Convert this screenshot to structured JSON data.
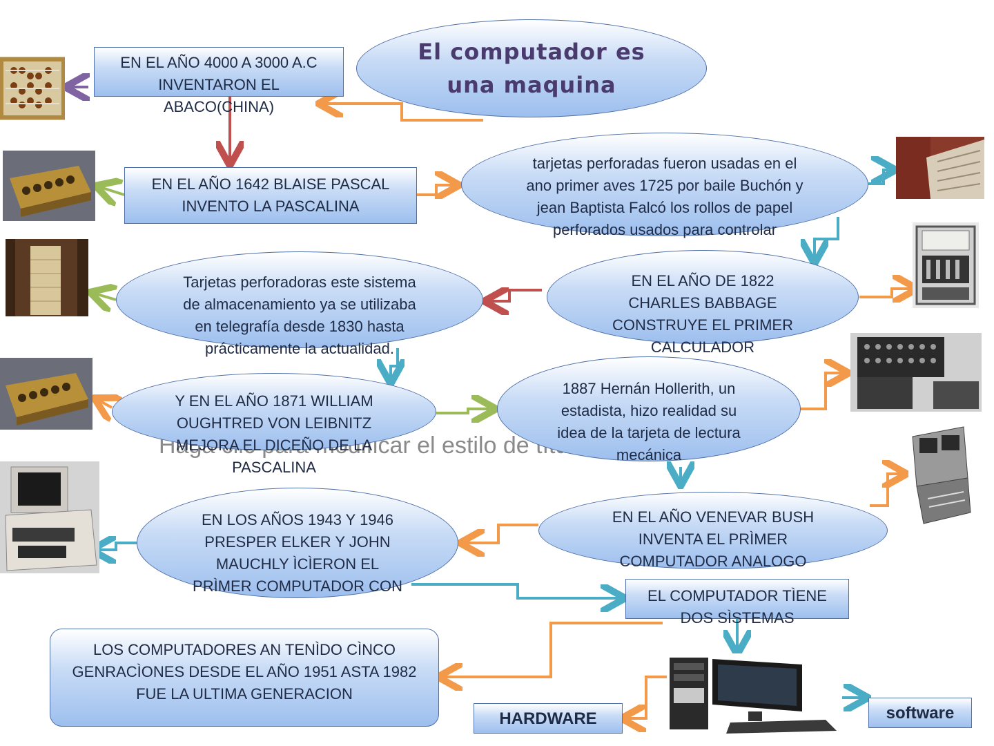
{
  "title": {
    "line1": "El computador es",
    "line2": "una maquina"
  },
  "ghost_text": "Haga clic para modificar el estilo de título del patrón",
  "nodes": {
    "abaco": "EN EL AÑO 4000 A 3000 A.C INVENTARON EL ABACO(CHINA)",
    "pascal": "EN EL AÑO 1642 BLAISE PASCAL INVENTO LA PASCALINA",
    "tarjetas": "tarjetas perforadas fueron usadas en el ano primer aves 1725 por baile Buchón y jean Baptista Falcó  los rollos de papel perforados usados para controlar",
    "perforadoras": "Tarjetas perforadoras este sistema de almacenamiento ya se utilizaba en telegrafía desde 1830 hasta prácticamente la actualidad.",
    "babbage": "EN EL AÑO DE 1822 CHARLES BABBAGE CONSTRUYE EL PRIMER CALCULADOR",
    "leibnitz": "Y EN EL AÑO 1871 WILLIAM OUGHTRED VON LEIBNITZ MEJORA EL DICEÑO DE LA PASCALINA",
    "hollerith": "1887 Hernán Hollerith, un estadista, hizo realidad su idea de la tarjeta de lectura mecánica",
    "eniac": "EN LOS AÑOS 1943 Y 1946 PRESPER ELKER Y JOHN MAUCHLY ÌCÌERON EL PRÌMER COMPUTADOR CON",
    "bush": "EN EL AÑO VENEVAR BUSH INVENTA EL PRÌMER COMPUTADOR ANALOGO",
    "sistemas": "EL COMPUTADOR TÌENE DOS SÌSTEMAS",
    "generaciones": "LOS COMPUTADORES AN TENÌDO CÌNCO GENRACÌONES DESDE EL AÑO 1951 ASTA 1982 FUE LA ULTIMA GENERACION"
  },
  "labels": {
    "hardware": "HARDWARE",
    "software": "software"
  },
  "colors": {
    "orange": "#f39a4a",
    "red": "#c0504d",
    "green": "#9bbb59",
    "teal": "#4bacc6",
    "purple": "#8064a2"
  },
  "images": [
    "abacus-photo",
    "pascaline-photo",
    "loom-photo",
    "punched-cards-photo",
    "babbage-engine-photo",
    "pascaline-photo-2",
    "tabulator-photo",
    "pet-computer-photo",
    "analog-computer-photo",
    "desktop-pc-photo"
  ]
}
